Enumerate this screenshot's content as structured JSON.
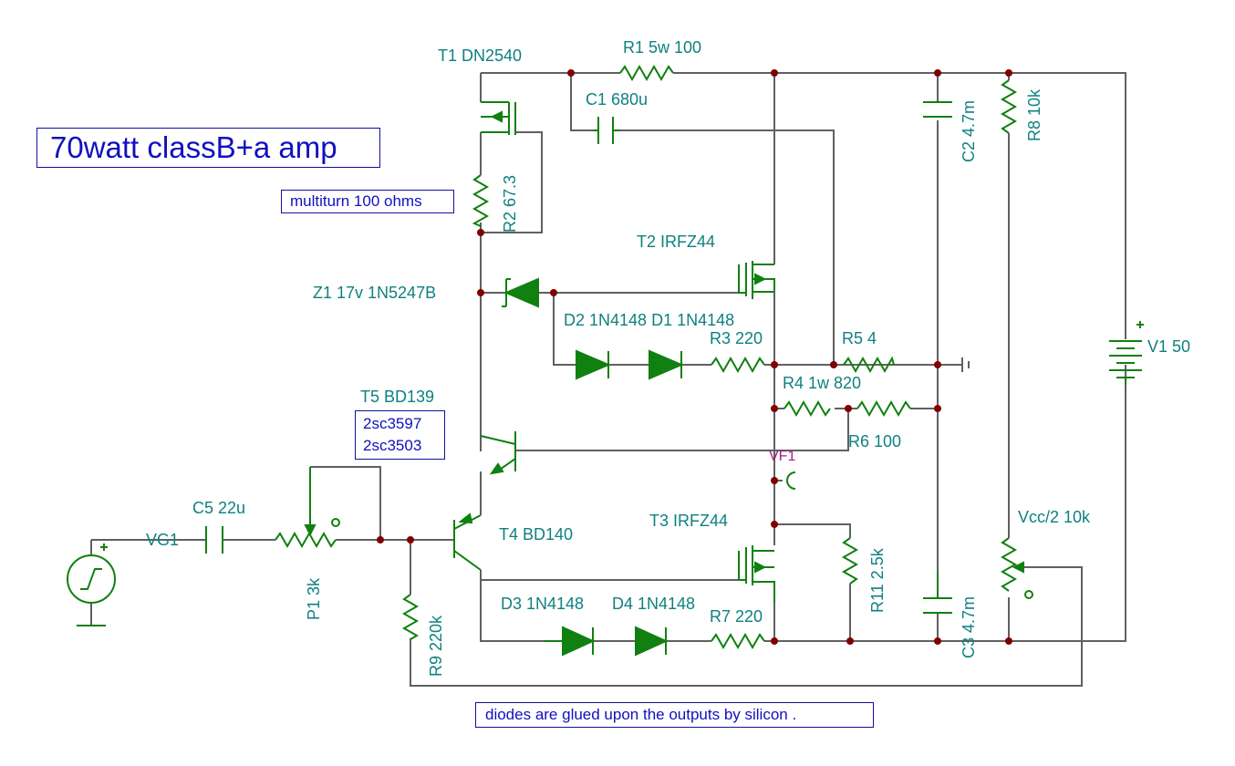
{
  "title": "70watt classB+a amp",
  "notes": {
    "multiturn": "multiturn 100 ohms",
    "transistor_line1": "2sc3597",
    "transistor_line2": "2sc3503",
    "diodes": "diodes are glued upon the outputs by silicon ."
  },
  "components": {
    "t1": "T1 DN2540",
    "r1": "R1 5w 100",
    "c1": "C1 680u",
    "c2": "C2 4.7m",
    "r8": "R8 10k",
    "r2": "R2 67.3",
    "t2": "T2 IRFZ44",
    "z1": "Z1 17v 1N5247B",
    "d2d1": "D2 1N4148 D1 1N4148",
    "r3": "R3 220",
    "r5": "R5 4",
    "v1": "V1 50",
    "r4": "R4 1w 820",
    "t5": "T5 BD139",
    "r6": "R6 100",
    "vf1": "VF1",
    "c5": "C5 22u",
    "vg1": "VG1",
    "t4": "T4 BD140",
    "t3": "T3 IRFZ44",
    "vcc2": "Vcc/2 10k",
    "r11": "R11 2.5k",
    "p1": "P1 3k",
    "d3": "D3 1N4148",
    "d4": "D4 1N4148",
    "r7": "R7 220",
    "r9": "R9 220k",
    "c3": "C3 4.7m"
  },
  "colors": {
    "wire": "#606060",
    "component": "#108010",
    "junction": "#800000",
    "label": "#0f8080",
    "note": "#1010c0",
    "probe": "#a0208a"
  }
}
